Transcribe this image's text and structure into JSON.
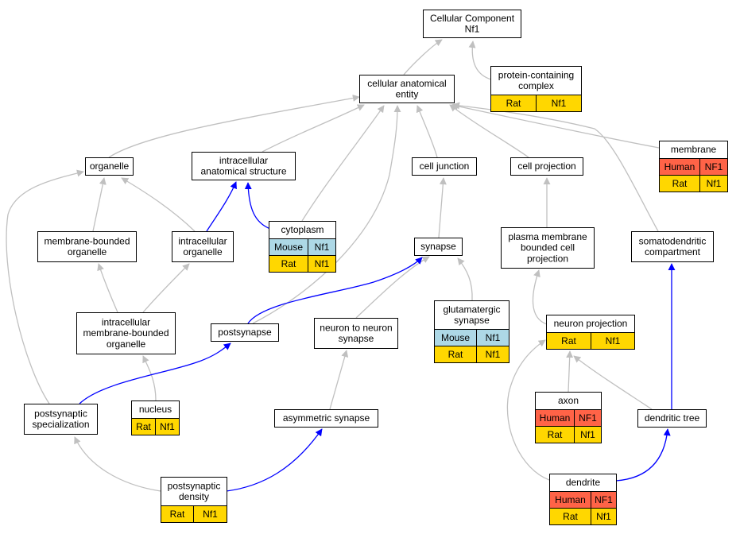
{
  "colors": {
    "human": "#ff6347",
    "mouse": "#add8e6",
    "rat": "#ffd700",
    "edge_grey": "#c0c0c0",
    "edge_blue": "#0000ff"
  },
  "nodes": {
    "root": {
      "lines": [
        "Cellular Component",
        "Nf1"
      ],
      "species": []
    },
    "protein_complex": {
      "lines": [
        "protein-containing",
        "complex"
      ],
      "species": [
        [
          "Rat",
          "Nf1"
        ]
      ]
    },
    "cae": {
      "lines": [
        "cellular anatomical",
        "entity"
      ],
      "species": []
    },
    "membrane": {
      "lines": [
        "membrane"
      ],
      "species": [
        [
          "Human",
          "NF1"
        ],
        [
          "Rat",
          "Nf1"
        ]
      ]
    },
    "organelle": {
      "lines": [
        "organelle"
      ],
      "species": []
    },
    "ias": {
      "lines": [
        "intracellular",
        "anatomical structure"
      ],
      "species": []
    },
    "cell_junction": {
      "lines": [
        "cell junction"
      ],
      "species": []
    },
    "cell_projection": {
      "lines": [
        "cell projection"
      ],
      "species": []
    },
    "cytoplasm": {
      "lines": [
        "cytoplasm"
      ],
      "species": [
        [
          "Mouse",
          "Nf1"
        ],
        [
          "Rat",
          "Nf1"
        ]
      ]
    },
    "mbo": {
      "lines": [
        "membrane-bounded",
        "organelle"
      ],
      "species": []
    },
    "io": {
      "lines": [
        "intracellular",
        "organelle"
      ],
      "species": []
    },
    "synapse": {
      "lines": [
        "synapse"
      ],
      "species": []
    },
    "pmbcp": {
      "lines": [
        "plasma membrane",
        "bounded cell",
        "projection"
      ],
      "species": []
    },
    "somato": {
      "lines": [
        "somatodendritic",
        "compartment"
      ],
      "species": []
    },
    "imbo": {
      "lines": [
        "intracellular",
        "membrane-bounded",
        "organelle"
      ],
      "species": []
    },
    "postsynapse": {
      "lines": [
        "postsynapse"
      ],
      "species": []
    },
    "n2n": {
      "lines": [
        "neuron to neuron",
        "synapse"
      ],
      "species": []
    },
    "glut": {
      "lines": [
        "glutamatergic",
        "synapse"
      ],
      "species": [
        [
          "Mouse",
          "Nf1"
        ],
        [
          "Rat",
          "Nf1"
        ]
      ]
    },
    "neuron_proj": {
      "lines": [
        "neuron projection"
      ],
      "species": [
        [
          "Rat",
          "Nf1"
        ]
      ]
    },
    "axon": {
      "lines": [
        "axon"
      ],
      "species": [
        [
          "Human",
          "NF1"
        ],
        [
          "Rat",
          "Nf1"
        ]
      ]
    },
    "ps_spec": {
      "lines": [
        "postsynaptic",
        "specialization"
      ],
      "species": []
    },
    "nucleus": {
      "lines": [
        "nucleus"
      ],
      "species": [
        [
          "Rat",
          "Nf1"
        ]
      ]
    },
    "asym": {
      "lines": [
        "asymmetric synapse"
      ],
      "species": []
    },
    "dendritic_tree": {
      "lines": [
        "dendritic tree"
      ],
      "species": []
    },
    "psd": {
      "lines": [
        "postsynaptic",
        "density"
      ],
      "species": [
        [
          "Rat",
          "Nf1"
        ]
      ]
    },
    "dendrite": {
      "lines": [
        "dendrite"
      ],
      "species": [
        [
          "Human",
          "NF1"
        ],
        [
          "Rat",
          "Nf1"
        ]
      ]
    }
  }
}
